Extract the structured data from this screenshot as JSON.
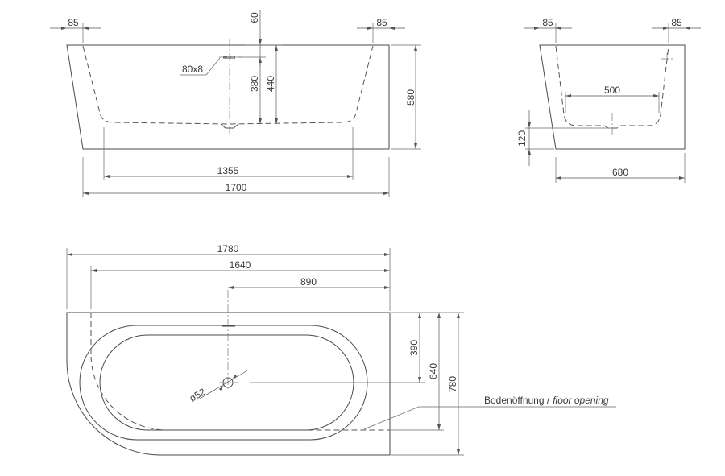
{
  "colors": {
    "line": "#4a4a4a",
    "dimension": "#555555",
    "text": "#3a3a3a",
    "background": "#ffffff"
  },
  "front_view": {
    "dims": {
      "top_left_rim": "85",
      "top_right_rim": "85",
      "overflow_offset": "60",
      "overflow_size": "80x8",
      "overflow_height": "380",
      "inner_depth": "440",
      "total_height": "580",
      "inner_length": "1355",
      "base_length": "1700"
    }
  },
  "side_view": {
    "dims": {
      "top_left_rim": "85",
      "top_right_rim": "85",
      "inner_width": "500",
      "floor_offset": "120",
      "base_width": "680"
    }
  },
  "top_view": {
    "dims": {
      "total_length": "1780",
      "inner_length": "1640",
      "drain_position": "890",
      "drain_offset": "390",
      "inner_width": "640",
      "total_width": "780",
      "drain_diameter": "ø52"
    },
    "floor_opening": {
      "label_de": "Bodenöffnung /",
      "label_en": "floor opening"
    }
  }
}
